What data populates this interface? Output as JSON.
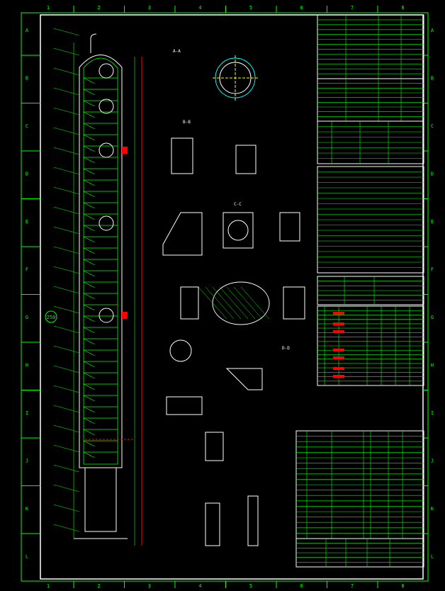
{
  "drawing": {
    "row_labels": [
      "A",
      "B",
      "C",
      "D",
      "E",
      "F",
      "G",
      "H",
      "I",
      "J",
      "K",
      "L"
    ],
    "column_labels": [
      "1",
      "2",
      "3",
      "4",
      "5",
      "6",
      "7",
      "8"
    ],
    "section_labels": [
      "A-A",
      "B-B",
      "C-C",
      "D-D"
    ],
    "callout_main": "250",
    "colors": {
      "background": "#000000",
      "line": "#00ff00",
      "frame": "#ffffff",
      "accent": "#ff0000",
      "cyan": "#00ffff",
      "yellow": "#ffff00"
    }
  }
}
